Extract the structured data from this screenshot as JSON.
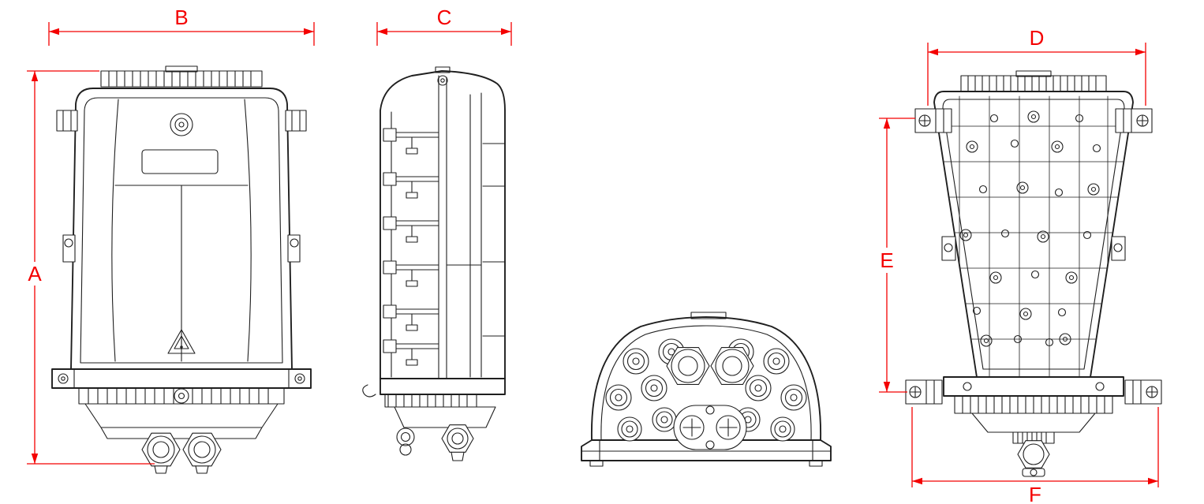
{
  "drawing": {
    "type": "engineering-orthographic-views",
    "subject": "fiber-optic-distribution-closure",
    "views": [
      {
        "name": "front-view",
        "dimensions_shown": [
          "A",
          "B"
        ]
      },
      {
        "name": "side-view",
        "dimensions_shown": [
          "C"
        ]
      },
      {
        "name": "bottom-port-view",
        "dimensions_shown": []
      },
      {
        "name": "back-view",
        "dimensions_shown": [
          "D",
          "E",
          "F"
        ]
      }
    ],
    "dimensions": {
      "A": {
        "label": "A",
        "orientation": "vertical"
      },
      "B": {
        "label": "B",
        "orientation": "horizontal"
      },
      "C": {
        "label": "C",
        "orientation": "horizontal"
      },
      "D": {
        "label": "D",
        "orientation": "horizontal"
      },
      "E": {
        "label": "E",
        "orientation": "vertical"
      },
      "F": {
        "label": "F",
        "orientation": "horizontal"
      }
    }
  },
  "colors": {
    "dimension": "#f40000",
    "line": "#1f1f1f",
    "background": "#ffffff"
  }
}
